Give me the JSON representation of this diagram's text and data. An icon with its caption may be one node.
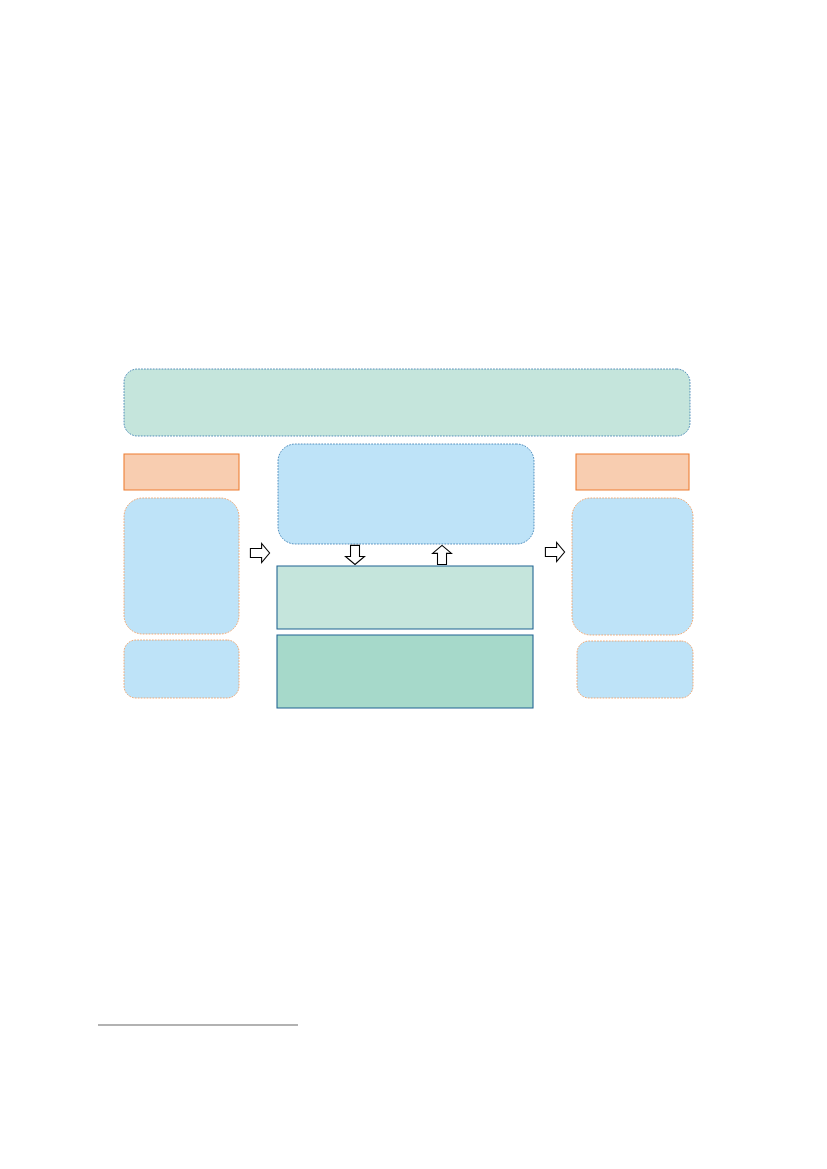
{
  "diagram": {
    "nodes": [
      {
        "text": [],
        "shape": "box"
      },
      {
        "text": [],
        "shape": "box"
      },
      {
        "text": [],
        "shape": "box"
      },
      {
        "text": [],
        "shape": "box"
      },
      {
        "text": [],
        "shape": "box"
      },
      {
        "text": [],
        "shape": "box"
      },
      {
        "text": [],
        "shape": "box"
      },
      {
        "text": [],
        "shape": "box"
      },
      {
        "text": [],
        "shape": "box"
      },
      {
        "text": [],
        "shape": "box"
      }
    ],
    "edges": [
      {
        "from": 2,
        "to": 4,
        "arrow": "to"
      },
      {
        "from": 4,
        "to": 5,
        "arrow": "to"
      },
      {
        "from": 5,
        "to": 4,
        "arrow": "to"
      },
      {
        "from": 4,
        "to": 8,
        "arrow": "to"
      }
    ]
  }
}
